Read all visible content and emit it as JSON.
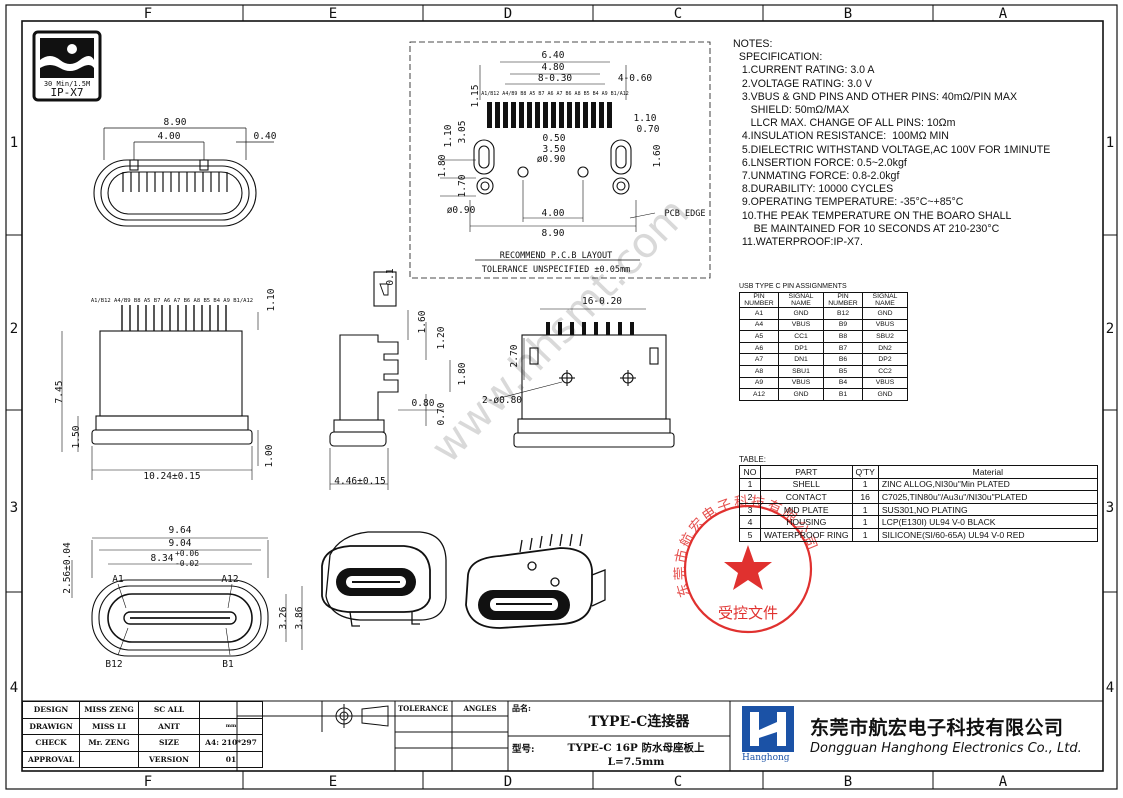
{
  "frame": {
    "top_zones": [
      "F",
      "E",
      "D",
      "C",
      "B",
      "A"
    ],
    "side_zones": [
      "1",
      "2",
      "3",
      "4"
    ]
  },
  "waterproof_badge": {
    "line1": "30 Min/1.5M",
    "line2": "IP-X7"
  },
  "dims": {
    "top_view": [
      "8.90",
      "4.00",
      "0.40"
    ],
    "pcb": [
      "6.40",
      "4.80",
      "8-0.30",
      "4-0.60",
      "1.15",
      "3.05",
      "1.10",
      "1.10",
      "0.70",
      "0.50",
      "3.50",
      "ø0.90",
      "1.80",
      "1.70",
      "1.60",
      "ø0.90",
      "4.00",
      "8.90",
      "PCB EDGE"
    ],
    "pcb_pins": "A1/B12 A4/B9 B8 A5 B7 A6 A7 B6 A8 B5 B4 A9 B1/A12",
    "front_view": [
      "1.10",
      "7.45",
      "1.50",
      "1.00",
      "10.24±0.15"
    ],
    "front_pins": "A1/B12 A4/B9 B8 A5 B7 A6 A7 B6 A8 B5 B4 A9 B1/A12",
    "side_view": [
      "0.1",
      "1.60",
      "1.20",
      "1.80",
      "0.80",
      "0.70",
      "4.46±0.15"
    ],
    "back_view": [
      "16-0.20",
      "2.70",
      "2-ø0.80"
    ],
    "mouth_view": [
      "9.64",
      "9.04",
      "8.34",
      "+0.06",
      "-0.02",
      "2.56±0.04",
      "A1",
      "A12",
      "B12",
      "B1",
      "3.26",
      "3.86"
    ]
  },
  "pcb_layout": {
    "title": "RECOMMEND P.C.B LAYOUT",
    "tolerance": "TOLERANCE  UNSPECIFIED  ±0.05mm"
  },
  "watermark": "www.hhsmt.com",
  "notes": [
    "NOTES:",
    "  SPECIFICATION:",
    "   1.CURRENT RATING: 3.0 A",
    "   2.VOLTAGE RATING: 3.0 V",
    "   3.VBUS & GND PINS AND OTHER PINS: 40mΩ/PIN MAX",
    "      SHIELD: 50mΩ/MAX",
    "      LLCR MAX. CHANGE OF ALL PINS: 10Ωm",
    "   4.INSULATION RESISTANCE:  100MΩ MIN",
    "   5.DIELECTRIC WITHSTAND VOLTAGE,AC 100V FOR 1MINUTE",
    "   6.LNSERTION FORCE: 0.5~2.0kgf",
    "   7.UNMATING FORCE: 0.8-2.0kgf",
    "   8.DURABILITY: 10000 CYCLES",
    "   9.OPERATING TEMPERATURE: -35°C~+85°C",
    "   10.THE PEAK TEMPERATURE ON THE BOARO SHALL",
    "       BE MAINTAINED FOR 10 SECONDS AT 210-230°C",
    "   11.WATERPROOF:IP-X7."
  ],
  "pin_table": {
    "title": "USB TYPE C PIN ASSIGNMENTS",
    "headers": [
      "PIN NUMBER",
      "SIGNAL NAME",
      "PIN NUMBER",
      "SIGNAL NAME"
    ],
    "rows": [
      [
        "A1",
        "GND",
        "B12",
        "GND"
      ],
      [
        "A4",
        "VBUS",
        "B9",
        "VBUS"
      ],
      [
        "A5",
        "CC1",
        "B8",
        "SBU2"
      ],
      [
        "A6",
        "DP1",
        "B7",
        "DN2"
      ],
      [
        "A7",
        "DN1",
        "B6",
        "DP2"
      ],
      [
        "A8",
        "SBU1",
        "B5",
        "CC2"
      ],
      [
        "A9",
        "VBUS",
        "B4",
        "VBUS"
      ],
      [
        "A12",
        "GND",
        "B1",
        "GND"
      ]
    ]
  },
  "parts_table": {
    "title": "TABLE:",
    "headers": [
      "NO",
      "PART",
      "Q'TY",
      "Material"
    ],
    "rows": [
      [
        "1",
        "SHELL",
        "1",
        "ZINC  ALLOG,NI30u\"Min  PLATED"
      ],
      [
        "2",
        "CONTACT",
        "16",
        "C7025,TIN80u\"/Au3u\"/NI30u\"PLATED"
      ],
      [
        "3",
        "MID PLATE",
        "1",
        "SUS301,NO  PLATING"
      ],
      [
        "4",
        "HOUSING",
        "1",
        "LCP(E130I)  UL94  V-0  BLACK"
      ],
      [
        "5",
        "WATERPROOF RING",
        "1",
        "SILICONE(SI/60-65A)  UL94  V-0  RED"
      ]
    ]
  },
  "stamp": {
    "ring": "东莞市航宏电子科技有限公司",
    "center": "受控文件",
    "color": "#e0312f"
  },
  "title_block": {
    "rows": [
      [
        "DESIGN",
        "MISS ZENG",
        "SC ALL",
        ""
      ],
      [
        "DRAWIGN",
        "MISS LI",
        "ANIT",
        "mm"
      ],
      [
        "CHECK",
        "Mr. ZENG",
        "SIZE",
        "A4: 210*297"
      ],
      [
        "APPROVAL",
        "",
        "VERSION",
        "01"
      ]
    ],
    "tolerance_label": "TOLERANCE",
    "angles_label": "ANGLES",
    "product_name_label": "品名:",
    "product_name": "TYPE-C连接器",
    "model_label": "型号:",
    "model_value": "TYPE-C 16P 防水母座板上 L=7.5mm",
    "company_cn": "东莞市航宏电子科技有限公司",
    "company_en": "Dongguan Hanghong Electronics Co., Ltd.",
    "logo_text": "Hanghong",
    "brand_color": "#1b52a6"
  }
}
